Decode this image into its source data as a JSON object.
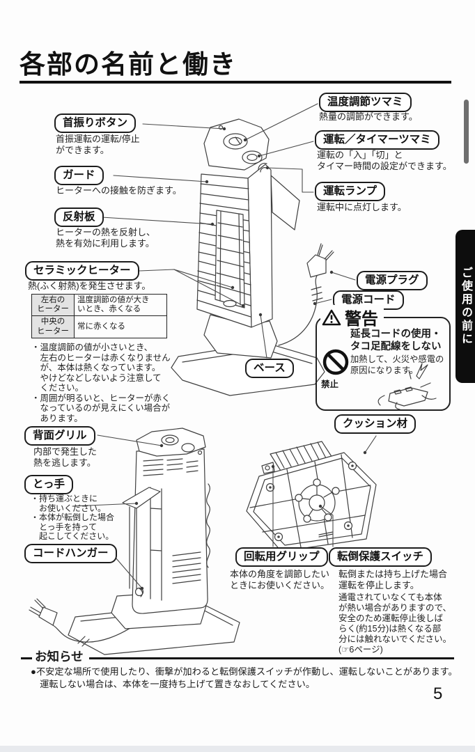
{
  "page": {
    "title": "各部の名前と働き",
    "page_number": "5",
    "side_tab": "ご使用の前に"
  },
  "labels": {
    "swing_button": {
      "name": "首振りボタン",
      "desc": "首振運転の運転/停止\nができます。"
    },
    "guard": {
      "name": "ガード",
      "desc": "ヒーターへの接触を防ぎます。"
    },
    "reflector": {
      "name": "反射板",
      "desc": "ヒーターの熱を反射し、\n熱を有効に利用します。"
    },
    "ceramic_heater": {
      "name": "セラミックヒーター",
      "desc": "熱(ふく射熱)を発生させます。"
    },
    "temp_knob": {
      "name": "温度調節ツマミ",
      "desc": "熱量の調節ができます。"
    },
    "run_timer_knob": {
      "name": "運転／タイマーツマミ",
      "desc": "運転の「入」「切」と\nタイマー時間の設定ができます。"
    },
    "run_lamp": {
      "name": "運転ランプ",
      "desc": "運転中に点灯します。"
    },
    "power_plug": {
      "name": "電源プラグ"
    },
    "power_cord": {
      "name": "電源コード"
    },
    "base": {
      "name": "ベース"
    },
    "rear_grille": {
      "name": "背面グリル",
      "desc": "内部で発生した\n熱を逃します。"
    },
    "handle": {
      "name": "とっ手",
      "desc": "・持ち運ぶときに\n　お使いください。\n・本体が転倒した場合\n　とっ手を持って\n　起こしてください。"
    },
    "cord_hanger": {
      "name": "コードハンガー"
    },
    "cushion": {
      "name": "クッション材"
    },
    "rotation_grip": {
      "name": "回転用グリップ",
      "desc": "本体の角度を調節したい\nときにお使いください。"
    },
    "tipover_switch": {
      "name": "転倒保護スイッチ",
      "desc": "転倒または持ち上げた場合\n運転を停止します。",
      "note": "通電されていなくても本体\nが熱い場合がありますので、\n安全のため運転停止後しば\nらく(約15分)は熱くなる部\n分には触れないでください。\n(☞6ページ)"
    }
  },
  "heater_table": {
    "rows": [
      {
        "part": "左右の\nヒーター",
        "behavior": "温度調節の値が大き\nいとき、赤くなる"
      },
      {
        "part": "中央の\nヒーター",
        "behavior": "常に赤くなる"
      }
    ],
    "notes": "・温度調節の値が小さいとき、\n　左右のヒーターは赤くなりません\n　が、本体は熱くなっています。\n　やけどなどしないよう注意して\n　ください。\n・周囲が明るいと、ヒーターが赤く\n　なっているのが見えにくい場合が\n　あります。"
  },
  "warning": {
    "title": "警告",
    "bold": "延長コードの使用・\nタコ足配線をしない",
    "body": "加熱して、火災や感電の\n原因になります。",
    "prohibit_label": "禁止"
  },
  "notice": {
    "title": "お知らせ",
    "body": "●不安定な場所で使用したり、衝撃が加わると転倒保護スイッチが作動し、運転しないことがあります。\n　運転しない場合は、本体を一度持ち上げて置きなおしてください。"
  }
}
